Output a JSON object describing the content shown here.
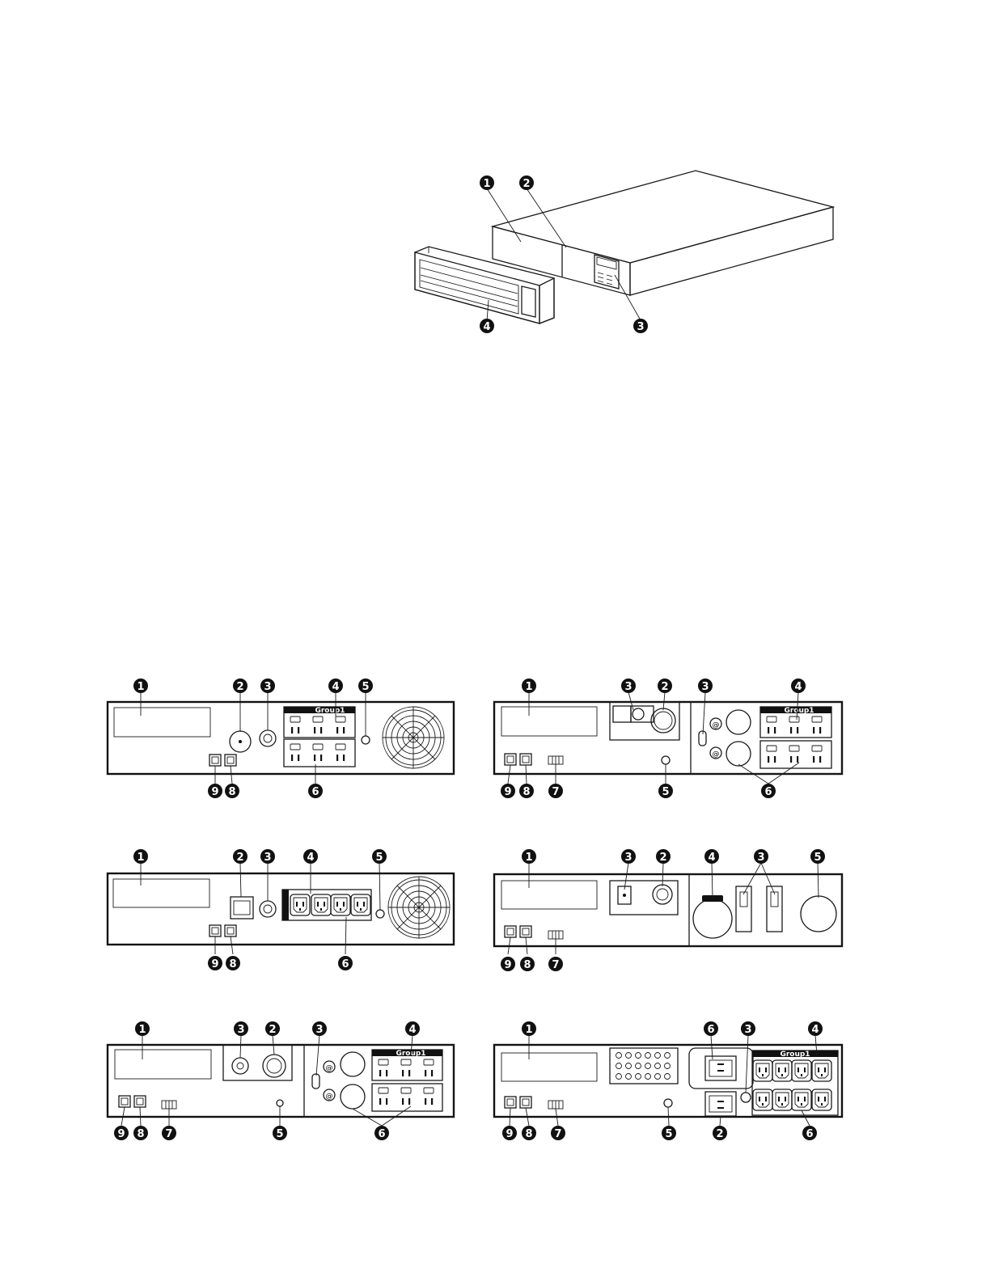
{
  "figure": {
    "callouts": {
      "c1": "1",
      "c2": "2",
      "c3": "3",
      "c4": "4",
      "c5": "5",
      "c6": "6",
      "c7": "7",
      "c8": "8",
      "c9": "9"
    },
    "group_label": "Group1"
  },
  "colors": {
    "ink": "#111111",
    "paper": "#ffffff"
  }
}
